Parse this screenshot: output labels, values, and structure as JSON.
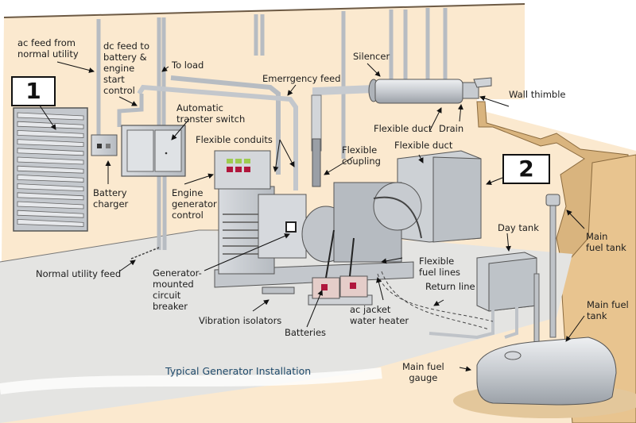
{
  "diagram": {
    "title": "Typical Generator Installation",
    "callout_numbers": [
      "1",
      "2"
    ],
    "labels": {
      "ac_feed": "ac feed from\nnormal utility",
      "dc_feed": "dc feed to\nbattery &\nengine\nstart\ncontrol",
      "to_load": "To load",
      "emergency_feed": "Emerrgency feed",
      "silencer": "Silencer",
      "wall_thimble": "Wall thimble",
      "flexible_duct_top": "Flexible duct",
      "drain": "Drain",
      "automatic_transfer_switch": "Automatic\ntranster switch",
      "flexible_conduits": "Flexible conduits",
      "flexible_coupling": "Flexible\ncoupling",
      "flexible_duct_radiator": "Flexible duct",
      "battery_charger": "Battery\ncharger",
      "engine_generator_control": "Engine\ngenerator\ncontrol",
      "normal_utility_feed": "Normal utility feed",
      "generator_circuit_breaker": "Generator-\nmounted\ncircuit\nbreaker",
      "vibration_isolators": "Vibration isolators",
      "batteries": "Batteries",
      "ac_jacket_heater": "ac jacket\nwater heater",
      "flexible_fuel_lines": "Flexible\nfuel lines",
      "return_line": "Return line",
      "day_tank": "Day tank",
      "main_fuel_tank_vent": "Main\nfuel tank",
      "main_fuel_tank": "Main fuel\ntank",
      "main_fuel_gauge": "Main fuel\ngauge"
    },
    "colors": {
      "wall": "#fbe9cf",
      "floor": "#e4e4e2",
      "metal": "#c9ccd0",
      "wall_cut": "#d9b47e",
      "title": "#1f4a6b",
      "battery_indicator": "#b0163c",
      "panel_green": "#9ecb4f"
    }
  }
}
